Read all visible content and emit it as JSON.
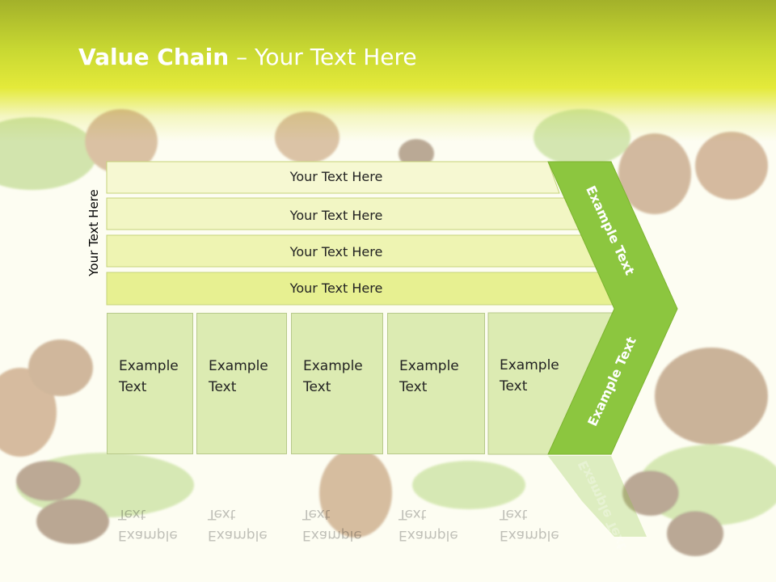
{
  "slide": {
    "title_bold": "Value Chain",
    "title_rest": " – Your Text Here",
    "side_label": "Your Text Here",
    "bands": [
      {
        "label": "Your Text Here"
      },
      {
        "label": "Your Text Here"
      },
      {
        "label": "Your Text Here"
      },
      {
        "label": "Your Text Here"
      }
    ],
    "boxes": [
      {
        "line1": "Example",
        "line2": "Text"
      },
      {
        "line1": "Example",
        "line2": "Text"
      },
      {
        "line1": "Example",
        "line2": "Text"
      },
      {
        "line1": "Example",
        "line2": "Text"
      },
      {
        "line1": "Example",
        "line2": "Text"
      }
    ],
    "arrow_upper": "Example Text",
    "arrow_lower": "Example Text",
    "colors": {
      "arrow_green": "#8cc63f",
      "box_fill": "#dcebb2",
      "band_fill": "#eef4b8"
    }
  }
}
